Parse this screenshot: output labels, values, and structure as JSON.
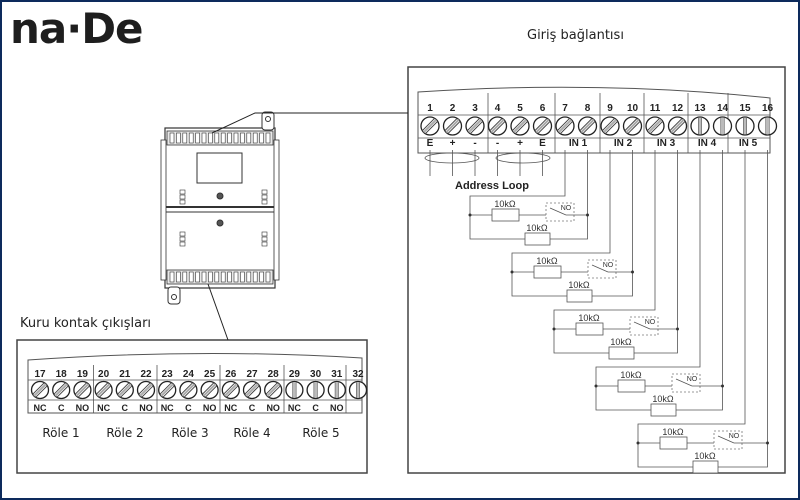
{
  "brand": {
    "logo_text": "na·De"
  },
  "colors": {
    "frame_border": "#0d2a5c",
    "line": "#555555",
    "text": "#222222"
  },
  "input_section": {
    "title": "Giriş bağlantısı",
    "terminals": [
      "1",
      "2",
      "3",
      "4",
      "5",
      "6",
      "7",
      "8",
      "9",
      "10",
      "11",
      "12",
      "13",
      "14",
      "15",
      "16"
    ],
    "terminal_labels": [
      "E",
      "+",
      "-",
      "-",
      "+",
      "E"
    ],
    "input_groups": [
      "IN 1",
      "IN 2",
      "IN 3",
      "IN 4",
      "IN 5"
    ],
    "address_loop_label": "Address Loop",
    "circuits": [
      {
        "resistor_series": "10kΩ",
        "resistor_parallel": "10kΩ",
        "switch": "NO"
      },
      {
        "resistor_series": "10kΩ",
        "resistor_parallel": "10kΩ",
        "switch": "NO"
      },
      {
        "resistor_series": "10kΩ",
        "resistor_parallel": "10kΩ",
        "switch": "NO"
      },
      {
        "resistor_series": "10kΩ",
        "resistor_parallel": "10kΩ",
        "switch": "NO"
      },
      {
        "resistor_series": "10kΩ",
        "resistor_parallel": "10kΩ",
        "switch": "NO"
      }
    ]
  },
  "output_section": {
    "title": "Kuru kontak çıkışları",
    "terminals": [
      "17",
      "18",
      "19",
      "20",
      "21",
      "22",
      "23",
      "24",
      "25",
      "26",
      "27",
      "28",
      "29",
      "30",
      "31",
      "32"
    ],
    "contact_labels": [
      "NC",
      "C",
      "NO",
      "NC",
      "C",
      "NO",
      "NC",
      "C",
      "NO",
      "NC",
      "C",
      "NO",
      "NC",
      "C",
      "NO",
      ""
    ],
    "relays": [
      "Röle 1",
      "Röle 2",
      "Röle 3",
      "Röle 4",
      "Röle 5"
    ]
  }
}
